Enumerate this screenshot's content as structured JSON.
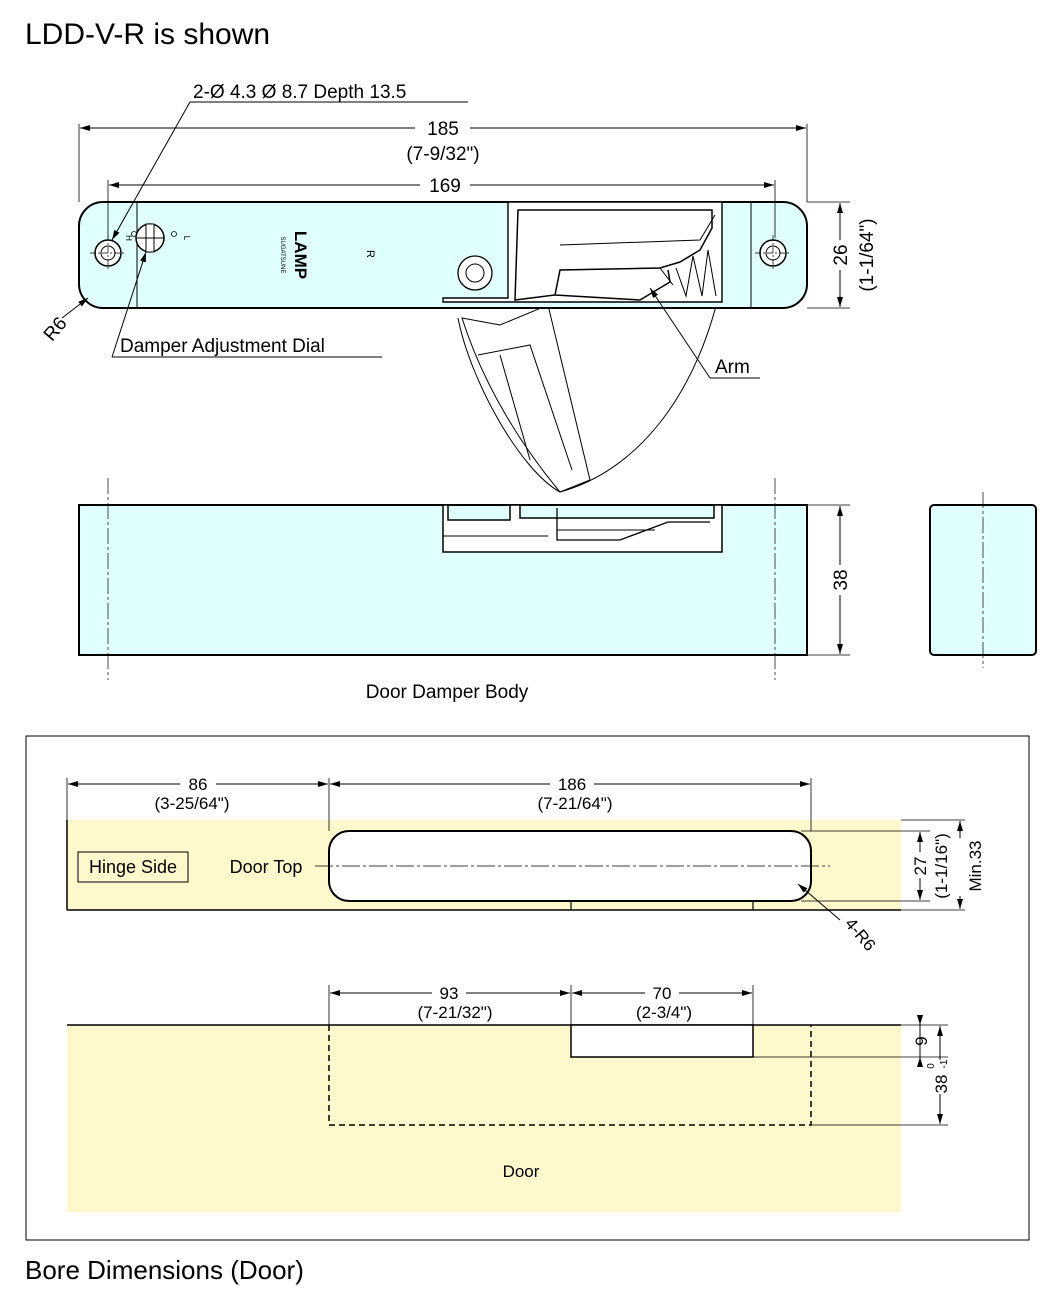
{
  "header": {
    "title": "LDD-V-R is shown"
  },
  "footer": {
    "title": "Bore Dimensions (Door)"
  },
  "colors": {
    "body_fill": "#e0ffff",
    "door_fill": "#fff8cc",
    "line": "#000000"
  },
  "damper_top": {
    "hole_callout": "2-Ø 4.3   Ø 8.7 Depth 13.5",
    "overall_length": "185",
    "overall_length_in": "(7-9/32\")",
    "hole_pitch": "169",
    "height": "26",
    "height_in": "(1-1/64\")",
    "corner_radius": "R6",
    "dial_label": "Damper Adjustment Dial",
    "arm_label": "Arm",
    "dial_h": "H",
    "dial_l": "L",
    "brand": "LAMP",
    "brand_sub": "SUGATSUNE",
    "side_mark": "R"
  },
  "damper_side": {
    "depth": "38",
    "caption": "Door Damper Body"
  },
  "bore": {
    "offset": "86",
    "offset_in": "(3-25/64\")",
    "length": "186",
    "length_in": "(7-21/64\")",
    "hinge_side": "Hinge Side",
    "door_top": "Door Top",
    "width": "27",
    "width_in": "(1-1/16\")",
    "min_thickness": "Min.33",
    "corner_radius": "4-R6",
    "slot_offset": "93",
    "slot_offset_in": "(7-21/32\")",
    "slot_length": "70",
    "slot_length_in": "(2-3/4\")",
    "slot_depth": "9",
    "bore_depth": "38",
    "bore_depth_tol_upper": "0",
    "bore_depth_tol_lower": "-1",
    "door_label": "Door"
  }
}
